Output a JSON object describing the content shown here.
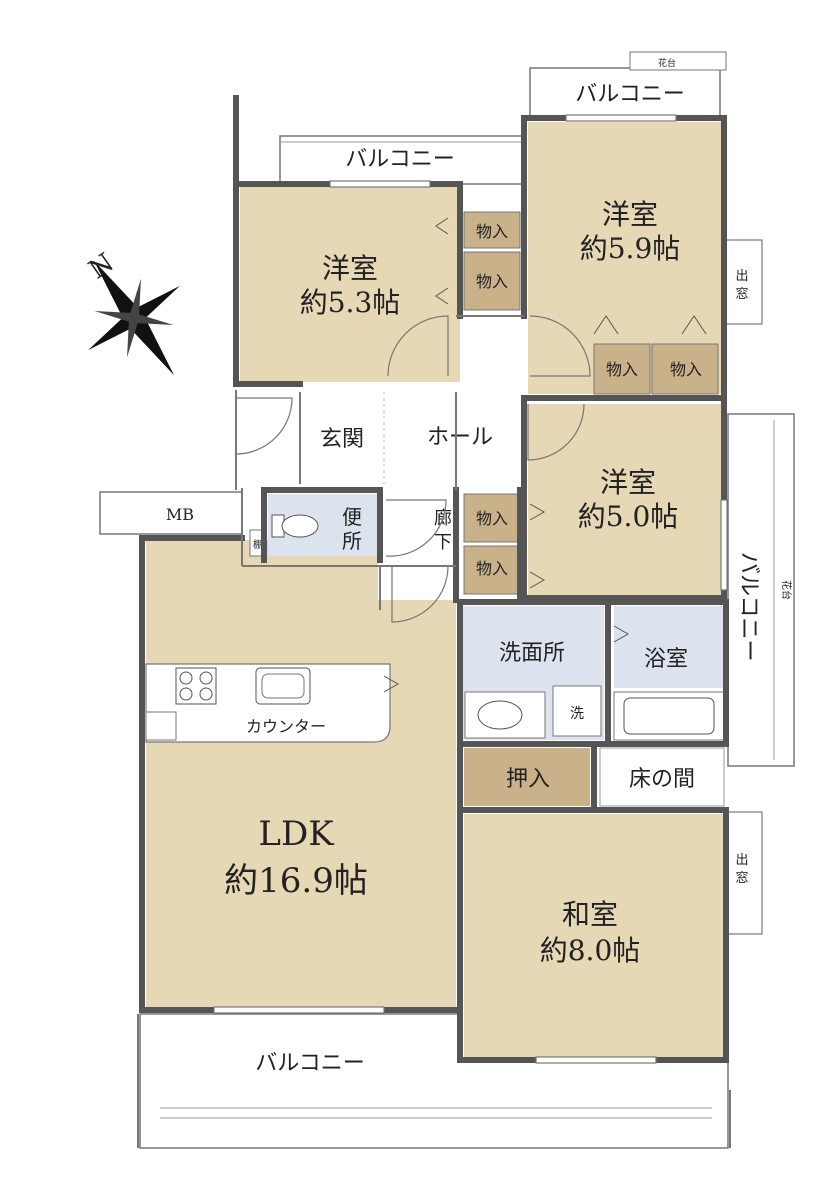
{
  "compass": {
    "north_label": "N"
  },
  "rooms": {
    "bedroom_nw": {
      "name": "洋室",
      "size": "約5.3帖"
    },
    "bedroom_ne": {
      "name": "洋室",
      "size": "約5.9帖"
    },
    "bedroom_e": {
      "name": "洋室",
      "size": "約5.0帖"
    },
    "ldk": {
      "name": "LDK",
      "size": "約16.9帖"
    },
    "washitsu": {
      "name": "和室",
      "size": "約8.0帖"
    },
    "entrance": "玄関",
    "hall": "ホール",
    "toilet": {
      "line1": "便",
      "line2": "所"
    },
    "corridor": {
      "line1": "廊",
      "line2": "下"
    },
    "washroom": "洗面所",
    "bathroom": "浴室",
    "tokonoma": "床の間",
    "oshiire": "押入",
    "mb": "MB"
  },
  "storage_label": "物入",
  "shelf_label": "棚",
  "washer_label": "洗",
  "counter_label": "カウンター",
  "balcony_label": "バルコニー",
  "balcony_vertical_label": "バルコニー",
  "flower_stand_label": "花台",
  "bay_window_label": {
    "line1": "出",
    "line2": "窓"
  },
  "colors": {
    "room": "#e6d7b5",
    "storage": "#c9b28a",
    "wet_area": "#dde3ee",
    "wall": "#555555",
    "line": "#7a7a7a"
  }
}
